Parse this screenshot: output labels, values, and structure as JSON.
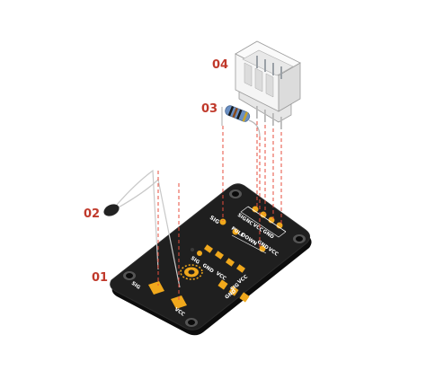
{
  "callouts": {
    "c01": "01",
    "c02": "02",
    "c03": "03",
    "c04": "04"
  },
  "silkscreen": {
    "sig_left": "SIG",
    "sig_top": "SIG",
    "nc_top": "NC",
    "vcc_top": "VCC",
    "gnd_top": "GND",
    "pull": "PULL",
    "down": "DOWN",
    "gnd_mid": "GND",
    "vcc_mid": "VCC",
    "center_sig": "SIG",
    "center_gnd": "GND",
    "center_vcc": "VCC",
    "front_vcc": "VCC",
    "front_sig": "SIG",
    "front_gnd": "GND",
    "edge_sig": "SIG",
    "edge_vcc": "VCC"
  },
  "colors": {
    "callout": "#c0392b",
    "guide": "#e74c3c",
    "pcb": "#1c1c1c",
    "pad": "#f0a81c",
    "connector": "#f4f4f4"
  }
}
